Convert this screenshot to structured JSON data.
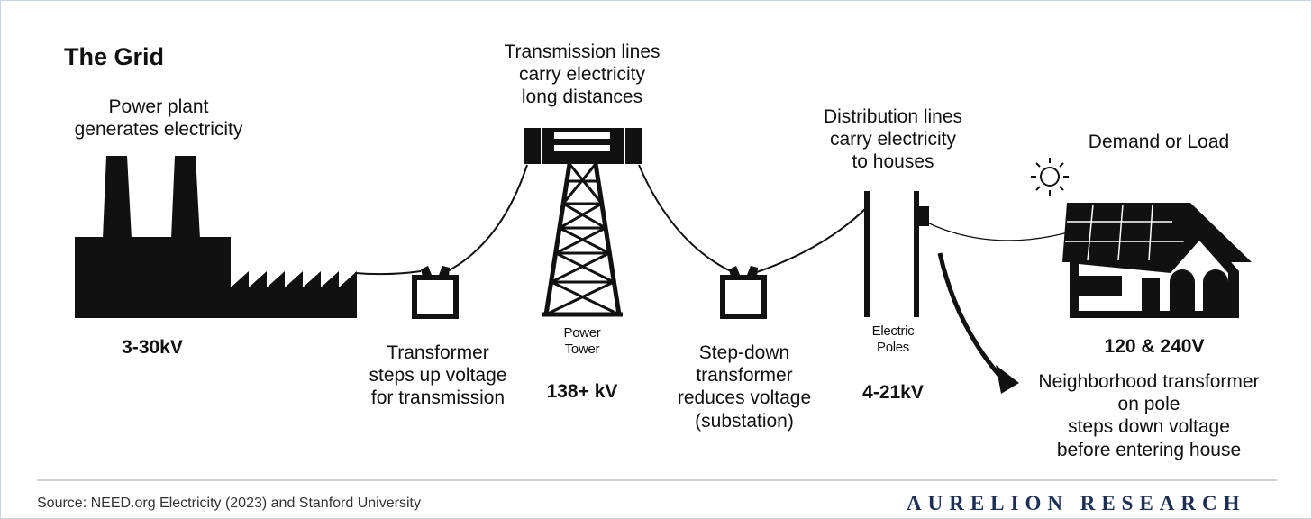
{
  "title": "The Grid",
  "power_plant": {
    "lines": [
      "Power plant",
      "generates electricity"
    ],
    "voltage": "3-30kV"
  },
  "transmission_lines": {
    "lines": [
      "Transmission lines",
      "carry electricity",
      "long distances"
    ]
  },
  "step_up_transformer": {
    "lines": [
      "Transformer",
      "steps up voltage",
      "for transmission"
    ]
  },
  "power_tower": {
    "lines": [
      "Power",
      "Tower"
    ],
    "voltage": "138+ kV"
  },
  "step_down_transformer": {
    "lines": [
      "Step-down",
      "transformer",
      "reduces voltage",
      "(substation)"
    ]
  },
  "distribution_lines": {
    "lines": [
      "Distribution lines",
      "carry electricity",
      "to houses"
    ]
  },
  "electric_poles": {
    "lines": [
      "Electric",
      "Poles"
    ],
    "voltage": "4-21kV"
  },
  "demand": {
    "label": "Demand or Load",
    "voltage": "120 & 240V"
  },
  "neighborhood_transformer": {
    "lines": [
      "Neighborhood transformer",
      "on pole",
      "steps down voltage",
      "before entering house"
    ]
  },
  "footer": {
    "source": "Source: NEED.org Electricity (2023) and Stanford University",
    "brand": "AURELION RESEARCH"
  },
  "colors": {
    "ink": "#111111",
    "brand": "#1d2f55",
    "divider": "#9aa4ae",
    "frame": "#c9d3dd"
  },
  "icons": [
    "factory-icon",
    "transformer-icon",
    "power-tower-icon",
    "utility-pole-icon",
    "sun-icon",
    "house-icon",
    "arrow-icon"
  ]
}
